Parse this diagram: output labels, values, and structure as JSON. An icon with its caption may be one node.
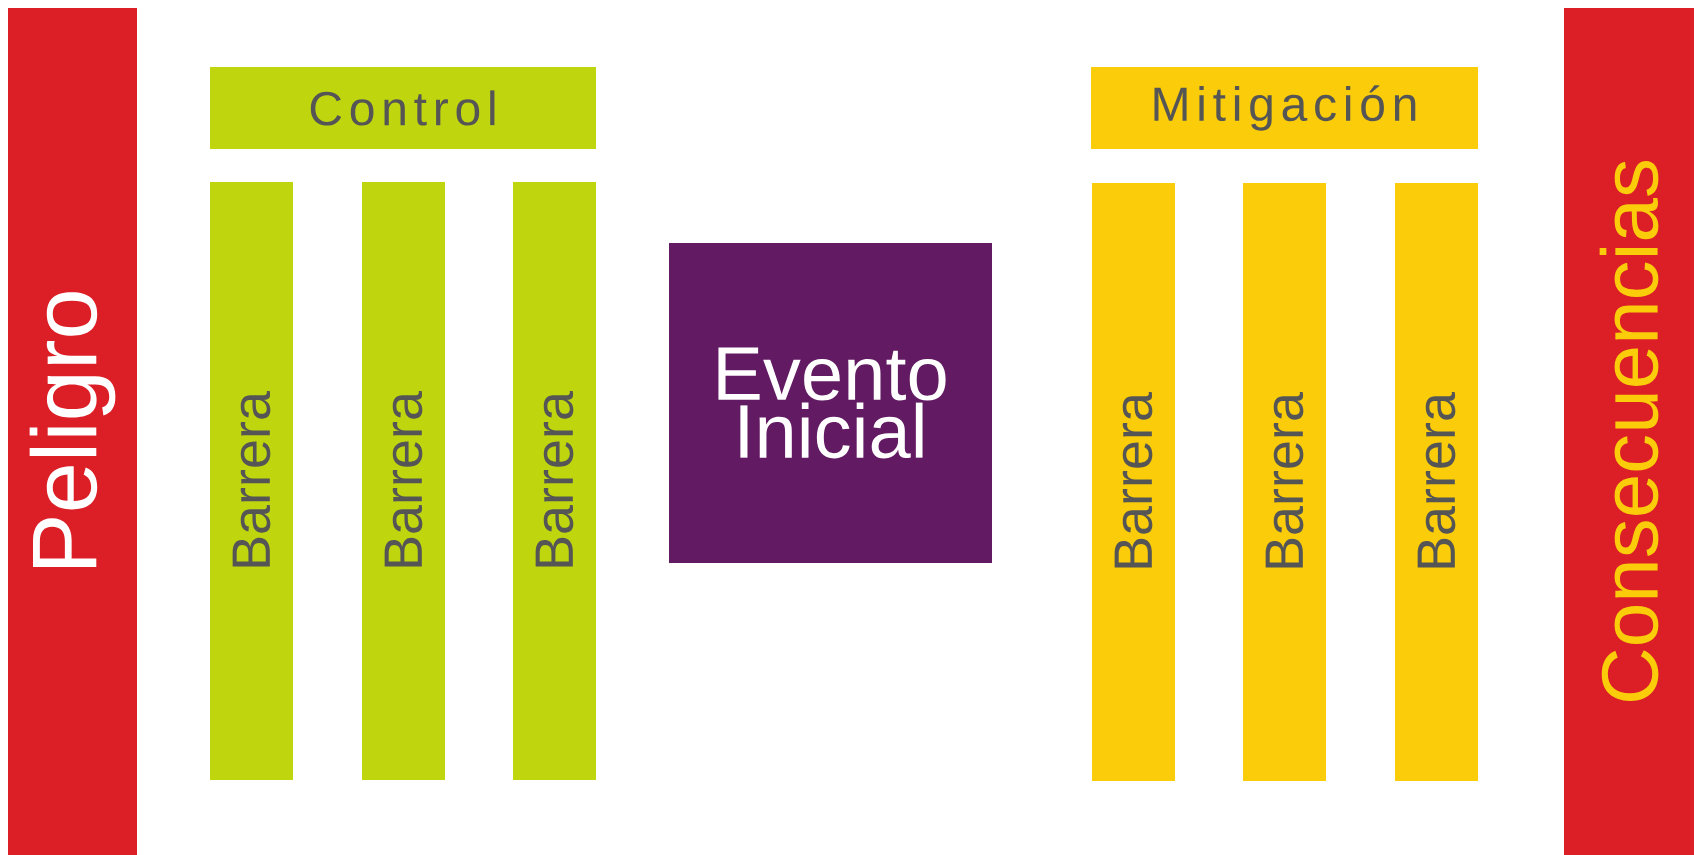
{
  "diagram": {
    "nodes": [
      {
        "text": [
          "Peligro"
        ]
      },
      {
        "text": [
          "Control"
        ]
      },
      {
        "text": [
          "Barrera"
        ]
      },
      {
        "text": [
          "Barrera"
        ]
      },
      {
        "text": [
          "Barrera"
        ]
      },
      {
        "text": [
          "Evento Inicial"
        ]
      },
      {
        "text": [
          "Mitigación"
        ]
      },
      {
        "text": [
          "Barrera"
        ]
      },
      {
        "text": [
          "Barrera"
        ]
      },
      {
        "text": [
          "Barrera"
        ]
      },
      {
        "text": [
          "Consecuencias"
        ]
      }
    ]
  }
}
